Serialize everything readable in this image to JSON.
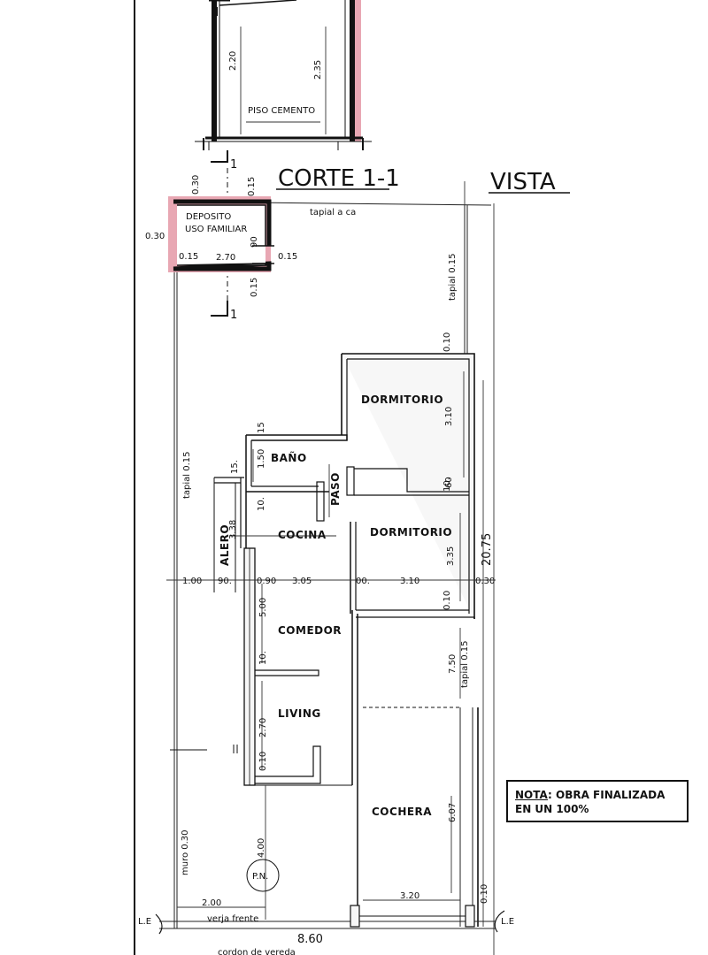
{
  "section": {
    "title": "CORTE 1-1",
    "floor_label": "PISO CEMENTO",
    "height_left": "2.20",
    "height_right": "2.35",
    "cut_marker": "1"
  },
  "view_title": "VISTA",
  "deposit": {
    "name_line1": "DEPOSITO",
    "name_line2": "USO FAMILIAR",
    "dim_width": "2.70",
    "dim_top_left": "0.30",
    "dim_top_right": "0.15",
    "dim_side": "0.30",
    "dim_wall_left": "0.15",
    "dim_wall_right": "0.15",
    "dim_inner": "90",
    "dim_bottom": "0.15",
    "wall_label_top": "tapial a ca"
  },
  "rooms": {
    "dormitorio_1": "DORMITORIO",
    "dormitorio_2": "DORMITORIO",
    "bano": "BAÑO",
    "paso": "PASO",
    "cocina": "COCINA",
    "comedor": "COMEDOR",
    "living": "LIVING",
    "cochera": "COCHERA",
    "alero": "ALERO"
  },
  "dimensions": {
    "d_310_top": "3.10",
    "d_150": "1.50",
    "d_15a": "15",
    "d_15b": "15.",
    "d_10a": "10.",
    "d_10b": "10.",
    "d_010a": "0.10",
    "d_60": "60",
    "d_335": "3.35",
    "d_338": "3.38",
    "d_100": "1.00",
    "d_90": "90.",
    "d_090": "0.90",
    "d_305": "3.05",
    "d_00": "00.",
    "d_310": "3.10",
    "d_010b": "0.10",
    "d_030": "0.30",
    "d_2075": "20.75",
    "d_500": "5.00",
    "d_10c": "10.",
    "d_270": "2.70",
    "d_010c": "0.10",
    "d_750": "7.50",
    "d_607": "6.07",
    "d_400": "4.00",
    "d_200": "2.00",
    "d_320": "3.20",
    "d_860": "8.60",
    "d_010d": "0.10"
  },
  "labels": {
    "tapial_right_top": "tapial 0.15",
    "tapial_left": "tapial 0.15",
    "tapial_right_low": "tapial 0.15",
    "muro": "muro 0.30",
    "verja": "verja frente",
    "pn": "P.N.",
    "le_left": "L.E",
    "le_right": "L.E",
    "sub_bottom": "cordon de vereda"
  },
  "note": {
    "label": "NOTA",
    "line1": ": OBRA FINALIZADA",
    "line2": "EN UN 100%"
  },
  "colors": {
    "highlight": "#e8a7b3",
    "ink": "#111111"
  }
}
